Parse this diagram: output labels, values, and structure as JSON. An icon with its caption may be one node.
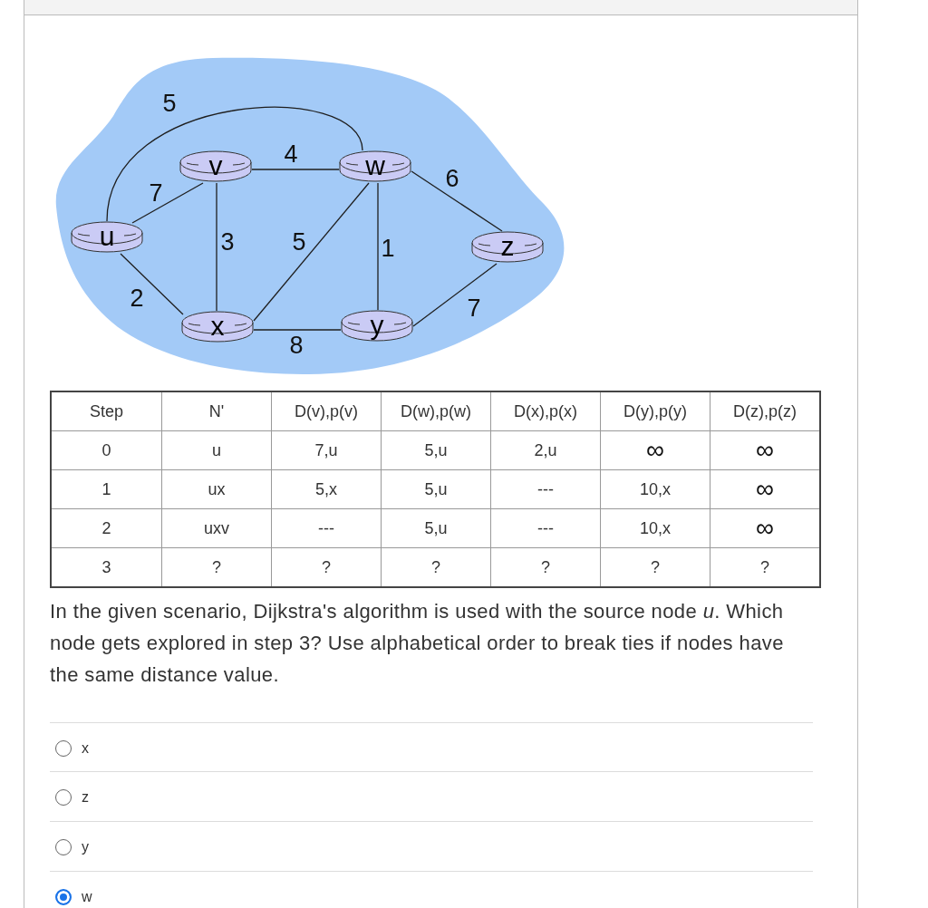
{
  "diagram": {
    "nodes": [
      {
        "text": [
          "v"
        ]
      },
      {
        "text": [
          "w"
        ]
      },
      {
        "text": [
          "u"
        ]
      },
      {
        "text": [
          "z"
        ]
      },
      {
        "text": [
          "x"
        ]
      },
      {
        "text": [
          "y"
        ]
      }
    ],
    "edges": [
      {
        "from": 2,
        "to": 1,
        "arrow": "none",
        "label": "5"
      },
      {
        "from": 0,
        "to": 1,
        "arrow": "none",
        "label": "4"
      },
      {
        "from": 1,
        "to": 3,
        "arrow": "none",
        "label": "6"
      },
      {
        "from": 2,
        "to": 0,
        "arrow": "none",
        "label": "7"
      },
      {
        "from": 0,
        "to": 4,
        "arrow": "none",
        "label": "3"
      },
      {
        "from": 4,
        "to": 1,
        "arrow": "none",
        "label": "5"
      },
      {
        "from": 1,
        "to": 5,
        "arrow": "none",
        "label": "1"
      },
      {
        "from": 2,
        "to": 4,
        "arrow": "none",
        "label": "2"
      },
      {
        "from": 5,
        "to": 3,
        "arrow": "none",
        "label": "7"
      },
      {
        "from": 4,
        "to": 5,
        "arrow": "none",
        "label": "8"
      }
    ],
    "labels": [
      "Step",
      "N'",
      "D(v),p(v)",
      "D(w),p(w)",
      "D(x),p(x)",
      "D(y),p(y)",
      "D(z),p(z)",
      "0",
      "u",
      "7,u",
      "5,u",
      "2,u",
      "∞",
      "∞",
      "1",
      "ux",
      "5,x",
      "5,u",
      "---",
      "10,x",
      "∞",
      "2",
      "uxv",
      "---",
      "5,u",
      "---",
      "10,x",
      "∞",
      "3",
      "?",
      "?",
      "?",
      "?",
      "?",
      "?",
      "In the given scenario, Dijkstra's algorithm is used with the source node *u*. Which node gets explored in step 3? Use alphabetical order to break ties if nodes have the same distance value.",
      "x",
      "z",
      "y",
      "w"
    ]
  }
}
